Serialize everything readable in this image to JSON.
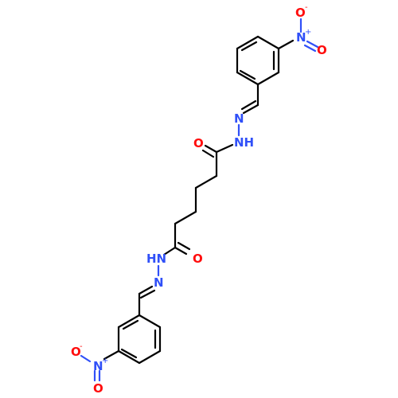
{
  "molecule": {
    "colors": {
      "bond": "#000000",
      "nitrogen": "#3050F8",
      "oxygen": "#FF0D0D",
      "background": "#ffffff"
    },
    "atom_labels": {
      "top_nitro_o_minus": {
        "text": "O",
        "charge": "-"
      },
      "top_nitro_n_plus": {
        "text": "N",
        "charge": "+"
      },
      "top_nitro_o": {
        "text": "O"
      },
      "top_imine_n": {
        "text": "N"
      },
      "top_amide_nh": {
        "text": "NH"
      },
      "top_carbonyl_o": {
        "text": "O"
      },
      "bottom_carbonyl_o": {
        "text": "O"
      },
      "bottom_amide_hn": {
        "text": "HN"
      },
      "bottom_imine_n": {
        "text": "N"
      },
      "bottom_nitro_o_minus": {
        "text": "O",
        "charge": "-"
      },
      "bottom_nitro_n_plus": {
        "text": "N",
        "charge": "+"
      },
      "bottom_nitro_o": {
        "text": "O"
      }
    }
  }
}
